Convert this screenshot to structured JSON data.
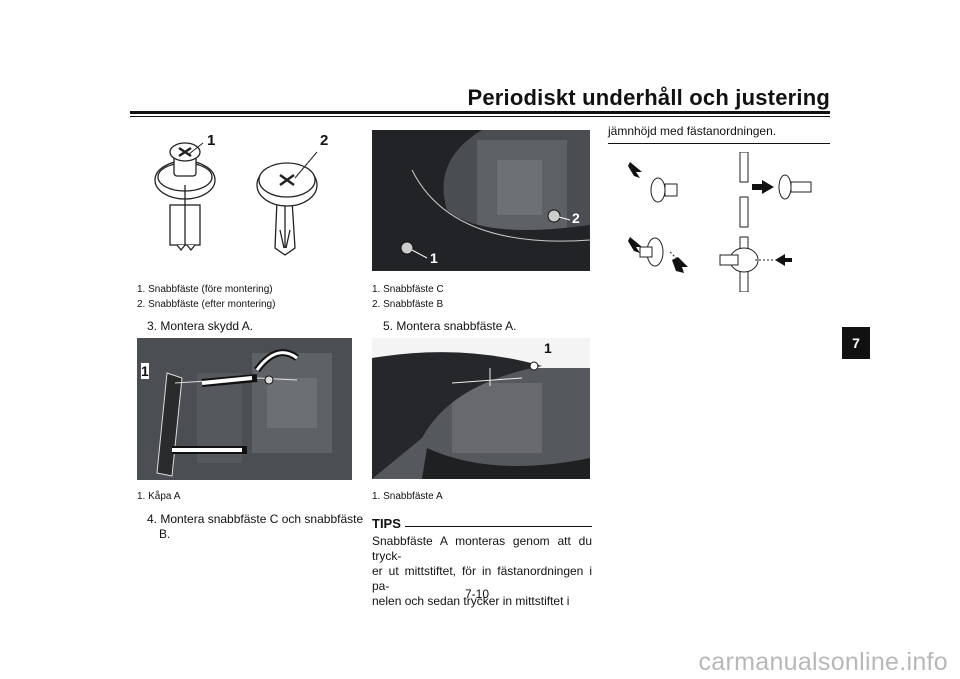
{
  "header": {
    "title": "Periodiskt underhåll och justering"
  },
  "chapter_tab": "7",
  "figure1": {
    "callout1": "1",
    "callout2": "2",
    "captions": [
      "1.  Snabbfäste (före montering)",
      "2.  Snabbfäste (efter montering)"
    ]
  },
  "step3": "3.  Montera skydd A.",
  "figure2": {
    "callout1": "1",
    "captions": [
      "1.  Kåpa A"
    ]
  },
  "step4_line1": "4.  Montera snabbfäste C och snabbfäste",
  "step4_line2": "B.",
  "figure3": {
    "callout1": "1",
    "callout2": "2",
    "captions": [
      "1.  Snabbfäste C",
      "2.  Snabbfäste B"
    ]
  },
  "step5": "5.  Montera snabbfäste A.",
  "figure4": {
    "callout1": "1",
    "captions": [
      "1.  Snabbfäste A"
    ]
  },
  "tips": {
    "label": "TIPS",
    "lines": [
      "Snabbfäste A monteras genom att du tryck-",
      "er ut mittstiftet, för in fästanordningen i pa-",
      "nelen och sedan trycker in mittstiftet i"
    ]
  },
  "col3_text": "jämnhöjd med fästanordningen.",
  "page_number": "7-10",
  "watermark": "carmanualsonline.info"
}
